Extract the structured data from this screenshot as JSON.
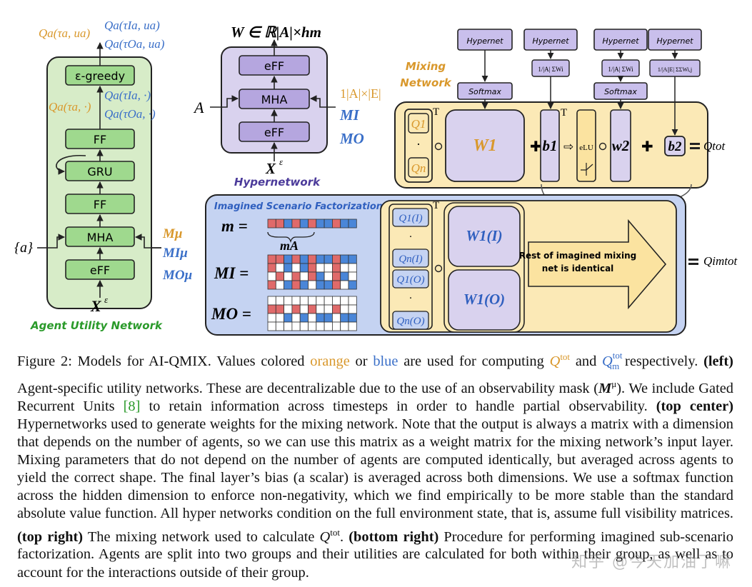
{
  "agent_net": {
    "title": "Agent Utility Network",
    "layers": [
      "ε-greedy",
      "FF",
      "GRU",
      "FF",
      "MHA",
      "eFF"
    ],
    "input": "X",
    "input_sup": "ε",
    "action_set": "{a}",
    "top_q1": "Qa(τa, ua)",
    "top_qI": "Qa(τIa, ua)",
    "top_qO": "Qa(τOa, ua)",
    "mid_q1": "Qa(τa, ·)",
    "mid_qI": "Qa(τIa, ·)",
    "mid_qO": "Qa(τOa, ·)",
    "mask_m": "Mμ",
    "mask_mi": "MIμ",
    "mask_mo": "MOμ"
  },
  "hypernet": {
    "title": "Hypernetwork",
    "layers": [
      "eFF",
      "MHA",
      "eFF"
    ],
    "output": "W ∈ ℝ|A|×hm",
    "left_input": "A",
    "right_one": "1|A|×|E|",
    "right_mi": "MI",
    "right_mo": "MO",
    "input": "X",
    "input_sup": "ε"
  },
  "mixing": {
    "title_line1": "Mixing",
    "title_line2": "Network",
    "hypernet_label": "Hypernet",
    "softmax_label": "Softmax",
    "mean_1": "1/|A| ΣWi",
    "mean_2": "1/|A| ΣWi",
    "mean_3": "1/|A||E| ΣΣWi,j",
    "q1": "Q1",
    "qn": "Qn",
    "dots": "·",
    "w1": "W1",
    "b1": "b1",
    "elu": "eLU",
    "w2": "w2",
    "b2": "b2",
    "out": "Qtot",
    "transpose": "T"
  },
  "imagined": {
    "title": "Imagined Scenario Factorization",
    "m_label": "m =",
    "ma_label": "mA",
    "mi_label": "MI =",
    "mo_label": "MO =",
    "q1i": "Q1(I)",
    "qni": "Qn(I)",
    "q1o": "Q1(O)",
    "qno": "Qn(O)",
    "w1i": "W1(I)",
    "w1o": "W1(O)",
    "arrow_text_1": "Rest of imagined mixing",
    "arrow_text_2": "net is identical",
    "out": "Qimtot",
    "m_cells": [
      "r",
      "r",
      "b",
      "r",
      "b",
      "r",
      "b",
      "b",
      "r",
      "b",
      "b"
    ],
    "mi_rows": [
      [
        "r",
        "r",
        "b",
        "r",
        "b",
        "r",
        "b",
        "b",
        "r",
        "b",
        "b"
      ],
      [
        "r",
        "w",
        "b",
        "w",
        "b",
        "r",
        "w",
        "w",
        "r",
        "w",
        "w"
      ],
      [
        "w",
        "r",
        "w",
        "r",
        "w",
        "r",
        "b",
        "w",
        "r",
        "b",
        "w"
      ],
      [
        "r",
        "w",
        "b",
        "r",
        "b",
        "w",
        "b",
        "b",
        "r",
        "w",
        "b"
      ]
    ],
    "mo_rows": [
      [
        "w",
        "w",
        "w",
        "w",
        "w",
        "w",
        "w",
        "w",
        "w",
        "w",
        "w"
      ],
      [
        "r",
        "r",
        "w",
        "r",
        "w",
        "r",
        "w",
        "w",
        "r",
        "w",
        "w"
      ],
      [
        "w",
        "w",
        "b",
        "w",
        "b",
        "w",
        "b",
        "b",
        "w",
        "b",
        "b"
      ],
      [
        "w",
        "w",
        "w",
        "w",
        "w",
        "w",
        "w",
        "w",
        "w",
        "w",
        "w"
      ]
    ]
  },
  "caption": {
    "fig": "Figure 2:",
    "t01": " Models for AI-QMIX. Values colored ",
    "orange_word": "orange",
    "t02": " or ",
    "blue_word": "blue",
    "t03": " are used for computing ",
    "q_tot": "Q",
    "q_tot_sup": "tot",
    "t04": " and ",
    "q_im": "Q",
    "q_im_sup": "tot",
    "q_im_sub": "im",
    "t05": " respectively.",
    "left_bold": "(left)",
    "t06": " Agent-specific utility networks.  These are decentralizable due to the use of an observability mask (",
    "mask": "M",
    "mask_sup": "μ",
    "t07": "). We include Gated Recurrent Units ",
    "ref": "[8]",
    "t08": " to retain information across timesteps in order to handle partial observability. ",
    "topcenter_bold": "(top center)",
    "t09": " Hypernetworks used to generate weights for the mixing network. Note that the output is always a matrix with a dimension that depends on the number of agents, so we can use this matrix as a weight matrix for the mixing network’s input layer. Mixing parameters that do not depend on the number of agents are computed identically, but averaged across agents to yield the correct shape. The final layer’s bias (a scalar) is averaged across both dimensions. We use a softmax function across the hidden dimension to enforce non-negativity, which we find empirically to be more stable than the standard absolute value function. All hyper networks condition on the full environment state, that is, assume full visibility matrices. ",
    "topright_bold": "(top right)",
    "t10": " The mixing network used to calculate ",
    "q2": "Q",
    "q2_sup": "tot",
    "t11": ". ",
    "bottomright_bold": "(bottom right)",
    "t12": " Procedure for performing imagined sub-scenario factorization. Agents are split into two groups and their utilities are calculated for both within their group, as well as to account for the interactions outside of their group."
  },
  "watermark": "知乎 @今天加油了嘛",
  "colors": {
    "orange": "#d9982c",
    "blue": "#3a6fc8",
    "green_panel": "#d7ecc8",
    "green_box": "#9fd98e",
    "purple_panel": "#d9d2ee",
    "purple_box": "#b5a6df",
    "yellow_panel": "#fbe9b6",
    "blue_panel": "#c5d3f2",
    "red_cell": "#e06a6a",
    "blue_cell": "#4a86d8"
  }
}
